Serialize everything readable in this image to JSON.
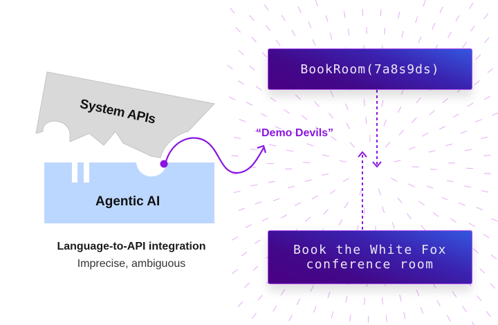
{
  "diagram": {
    "system_block_label": "System APIs",
    "agent_block_label": "Agentic AI",
    "connector_label": "“Demo Devils”",
    "api_call_box": "BookRoom(7a8s9ds)",
    "natural_language_box_line1": "Book the White Fox",
    "natural_language_box_line2": "conference room",
    "caption_title": "Language-to-API integration",
    "caption_subtitle": "Imprecise, ambiguous"
  },
  "colors": {
    "accent_purple": "#8a14e0",
    "agent_block": "#bcd7ff",
    "system_block": "#d9d9d9",
    "box_gradient_start": "#4a0083",
    "box_gradient_end": "#3457e0",
    "field_dash": "#e8b8f5"
  },
  "icons": {
    "flow_down": "dotted-arrow-down-icon",
    "flow_up": "dotted-arrow-up-icon",
    "squiggle": "curved-arrow-icon"
  }
}
